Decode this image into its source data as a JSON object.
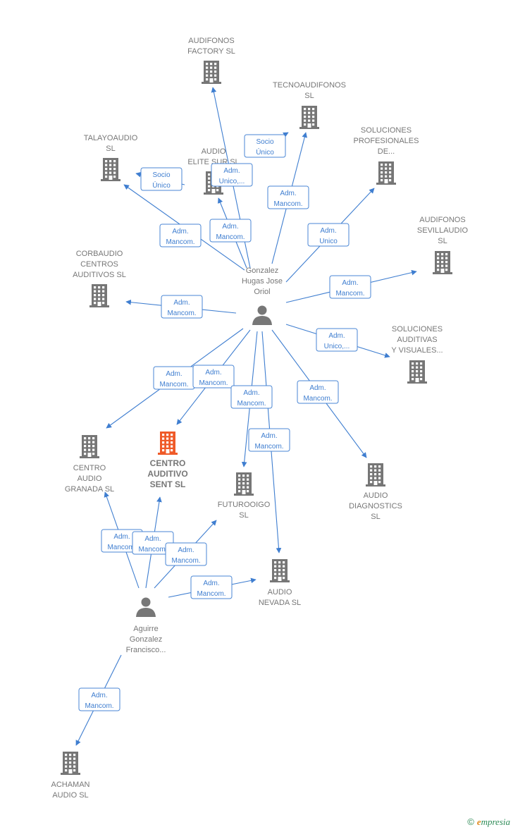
{
  "colors": {
    "edge": "#3f7ed0",
    "company": "#767676",
    "company_focus": "#ef5a28",
    "person": "#777777",
    "label_text": "#777777"
  },
  "nodes": [
    {
      "id": "audifonos_factory",
      "kind": "company",
      "label": [
        "AUDIFONOS",
        "FACTORY  SL"
      ]
    },
    {
      "id": "tecnoaudifonos",
      "kind": "company",
      "label": [
        "TECNOAUDIFONOS",
        "SL"
      ]
    },
    {
      "id": "talayoaudio",
      "kind": "company",
      "label": [
        "TALAYOAUDIO",
        "SL"
      ]
    },
    {
      "id": "audio_elite_sur",
      "kind": "company",
      "label": [
        "AUDIO",
        "ELITE SUR  SL"
      ]
    },
    {
      "id": "soluciones_profesionales",
      "kind": "company",
      "label": [
        "SOLUCIONES",
        "PROFESIONALES",
        "DE..."
      ]
    },
    {
      "id": "audifonos_sevillaudio",
      "kind": "company",
      "label": [
        "AUDIFONOS",
        "SEVILLAUDIO",
        "SL"
      ]
    },
    {
      "id": "corbaudio",
      "kind": "company",
      "label": [
        "CORBAUDIO",
        "CENTROS",
        "AUDITIVOS  SL"
      ]
    },
    {
      "id": "soluciones_auditivas",
      "kind": "company",
      "label": [
        "SOLUCIONES",
        "AUDITIVAS",
        "Y VISUALES..."
      ]
    },
    {
      "id": "centro_audio_granada",
      "kind": "company",
      "label": [
        "CENTRO",
        "AUDIO",
        "GRANADA  SL"
      ]
    },
    {
      "id": "centro_auditivo_sent",
      "kind": "company",
      "focus": true,
      "label": [
        "CENTRO",
        "AUDITIVO",
        "SENT  SL"
      ]
    },
    {
      "id": "futurooigo",
      "kind": "company",
      "label": [
        "FUTUROOIGO",
        "SL"
      ]
    },
    {
      "id": "audio_diagnostics",
      "kind": "company",
      "label": [
        "AUDIO",
        "DIAGNOSTICS",
        "SL"
      ]
    },
    {
      "id": "audio_nevada",
      "kind": "company",
      "label": [
        "AUDIO",
        "NEVADA  SL"
      ]
    },
    {
      "id": "achaman_audio",
      "kind": "company",
      "label": [
        "ACHAMAN",
        "AUDIO  SL"
      ]
    },
    {
      "id": "gonzalez",
      "kind": "person",
      "label": [
        "Gonzalez",
        "Hugas Jose",
        "Oriol"
      ]
    },
    {
      "id": "aguirre",
      "kind": "person",
      "label": [
        "Aguirre",
        "Gonzalez",
        "Francisco..."
      ]
    }
  ],
  "edges": [
    {
      "from": "gonzalez",
      "to": "audifonos_factory",
      "label": [
        "Adm.",
        "Unico,..."
      ]
    },
    {
      "from": "audio_elite_sur",
      "to": "tecnoaudifonos",
      "label": [
        "Socio",
        "Único"
      ]
    },
    {
      "from": "audio_elite_sur",
      "to": "talayoaudio",
      "label": [
        "Socio",
        "Único"
      ]
    },
    {
      "from": "gonzalez",
      "to": "tecnoaudifonos",
      "label": [
        "Adm.",
        "Mancom."
      ]
    },
    {
      "from": "gonzalez",
      "to": "talayoaudio",
      "label": [
        "Adm.",
        "Mancom."
      ]
    },
    {
      "from": "gonzalez",
      "to": "audio_elite_sur",
      "label": [
        "Adm.",
        "Mancom."
      ]
    },
    {
      "from": "gonzalez",
      "to": "soluciones_profesionales",
      "label": [
        "Adm.",
        "Unico"
      ]
    },
    {
      "from": "gonzalez",
      "to": "audifonos_sevillaudio",
      "label": [
        "Adm.",
        "Mancom."
      ]
    },
    {
      "from": "gonzalez",
      "to": "corbaudio",
      "label": [
        "Adm.",
        "Mancom."
      ]
    },
    {
      "from": "gonzalez",
      "to": "soluciones_auditivas",
      "label": [
        "Adm.",
        "Unico,..."
      ]
    },
    {
      "from": "gonzalez",
      "to": "centro_audio_granada",
      "label": [
        "Adm.",
        "Mancom."
      ]
    },
    {
      "from": "gonzalez",
      "to": "centro_auditivo_sent",
      "label": [
        "Adm.",
        "Mancom."
      ]
    },
    {
      "from": "gonzalez",
      "to": "futurooigo",
      "label": [
        "Adm.",
        "Mancom."
      ]
    },
    {
      "from": "gonzalez",
      "to": "audio_diagnostics",
      "label": [
        "Adm.",
        "Mancom."
      ]
    },
    {
      "from": "gonzalez",
      "to": "audio_nevada",
      "label": [
        "Adm.",
        "Mancom."
      ]
    },
    {
      "from": "aguirre",
      "to": "centro_audio_granada",
      "label": [
        "Adm.",
        "Mancom."
      ]
    },
    {
      "from": "aguirre",
      "to": "centro_auditivo_sent",
      "label": [
        "Adm.",
        "Mancom."
      ]
    },
    {
      "from": "aguirre",
      "to": "futurooigo",
      "label": [
        "Adm.",
        "Mancom."
      ]
    },
    {
      "from": "aguirre",
      "to": "audio_nevada",
      "label": [
        "Adm.",
        "Mancom."
      ]
    },
    {
      "from": "aguirre",
      "to": "achaman_audio",
      "label": [
        "Adm.",
        "Mancom."
      ]
    }
  ],
  "footer": {
    "copyright_symbol": "©",
    "brand_initial": "e",
    "brand_rest": "mpresia"
  }
}
